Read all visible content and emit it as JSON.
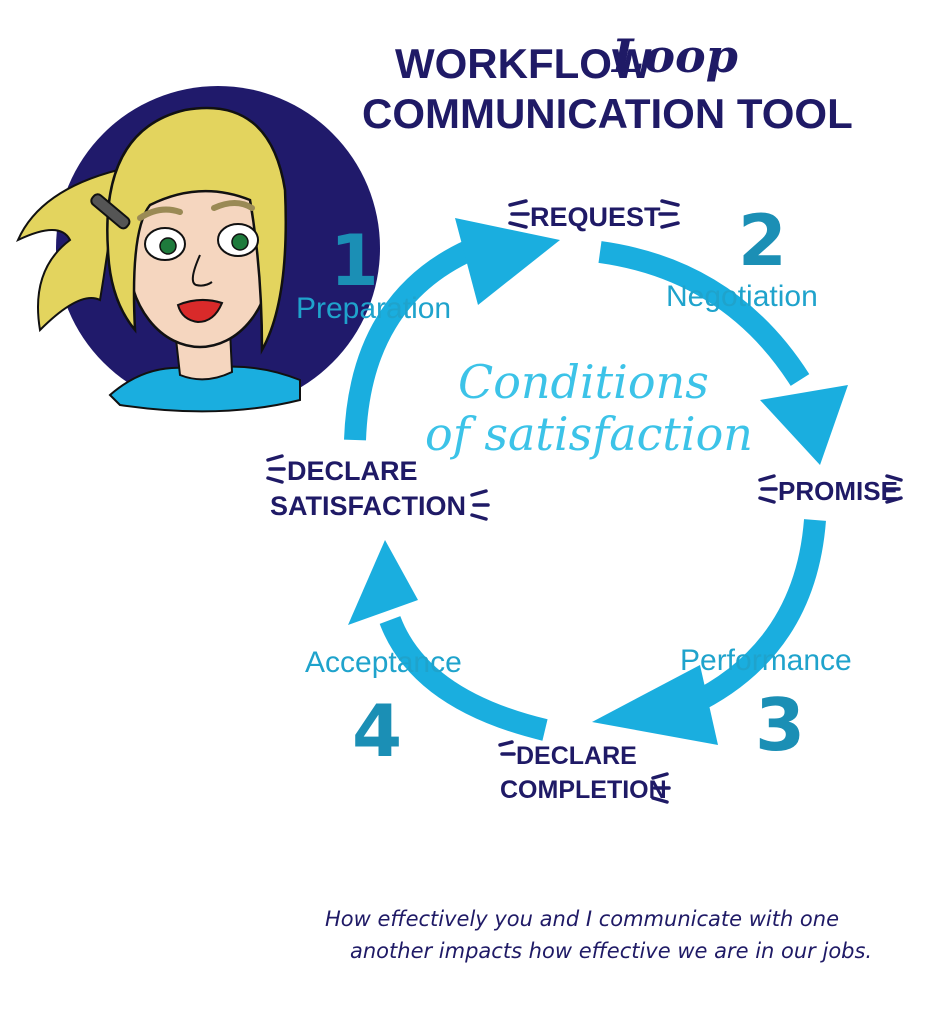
{
  "title": {
    "line1_main": "WORKFLOW",
    "line1_script": "Loop",
    "line2": "COMMUNICATION TOOL"
  },
  "stages": {
    "request": "REQUEST",
    "promise": "PROMISE",
    "declare_completion_1": "DECLARE",
    "declare_completion_2": "COMPLETION",
    "declare_satisfaction_1": "DECLARE",
    "declare_satisfaction_2": "SATISFACTION"
  },
  "phases": [
    {
      "number": "1",
      "label": "Preparation"
    },
    {
      "number": "2",
      "label": "Negotiation"
    },
    {
      "number": "3",
      "label": "Performance"
    },
    {
      "number": "4",
      "label": "Acceptance"
    }
  ],
  "center": {
    "line1": "Conditions",
    "line2": "of satisfaction"
  },
  "footer": {
    "line1": "How effectively you and I communicate with one",
    "line2": "another impacts how effective we are in our jobs."
  },
  "colors": {
    "navy": "#1f1a66",
    "cyan": "#1aaedf",
    "teal": "#1b8fb5",
    "hair": "#e3d45e",
    "skin": "#f5d6bf"
  }
}
